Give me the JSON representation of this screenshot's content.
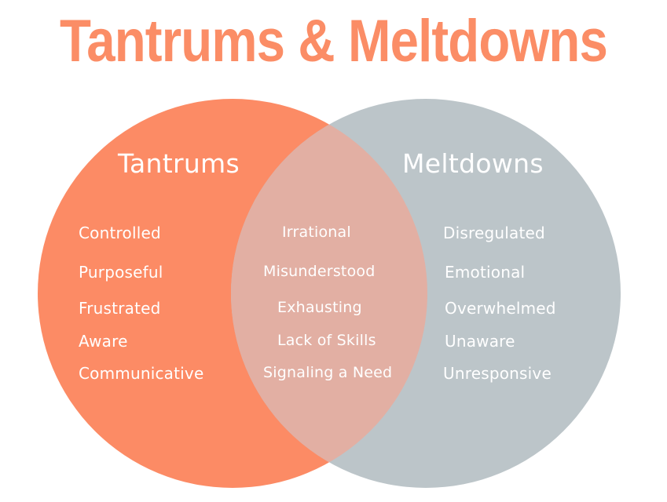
{
  "header": {
    "title": "Tantrums & Meltdowns"
  },
  "colors": {
    "title": "#fb8d66",
    "tantrums_circle": "#fc8b65",
    "meltdowns_circle": "#bcc5c9",
    "overlap": "#e2afa3",
    "label_text": "#ffffff"
  },
  "venn": {
    "left": {
      "title": "Tantrums",
      "items": [
        "Controlled",
        "Purposeful",
        "Frustrated",
        "Aware",
        "Communicative"
      ]
    },
    "overlap": {
      "items": [
        "Irrational",
        "Misunderstood",
        "Exhausting",
        "Lack of Skills",
        "Signaling a Need"
      ]
    },
    "right": {
      "title": "Meltdowns",
      "items": [
        "Disregulated",
        "Emotional",
        "Overwhelmed",
        "Unaware",
        "Unresponsive"
      ]
    }
  }
}
